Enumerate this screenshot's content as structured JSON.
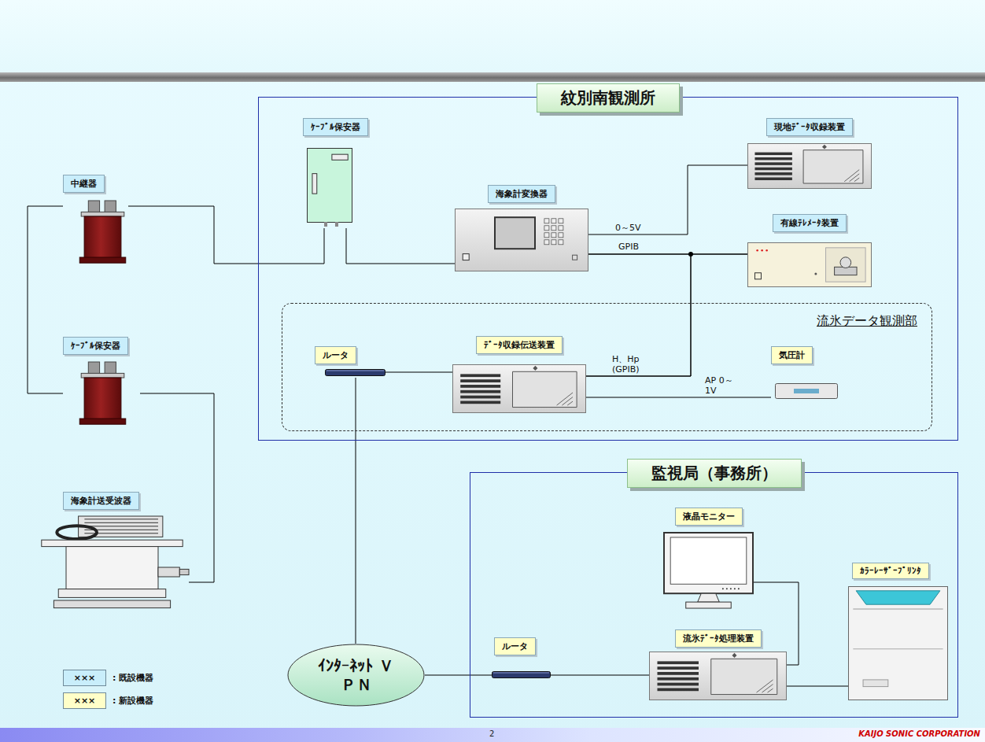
{
  "diagram": {
    "nodes": [
      {
        "text": [
          "紋別南観測所"
        ]
      },
      {
        "text": [
          "ｹｰﾌﾞﾙ保安器"
        ],
        "in": 0
      },
      {
        "text": [
          "現地ﾃﾞｰﾀ収録装置"
        ],
        "in": 0
      },
      {
        "text": [
          "海象計変換器"
        ],
        "in": 0
      },
      {
        "text": [
          "有線ﾃﾚﾒｰﾀ装置"
        ],
        "in": 0
      },
      {
        "text": [
          "流氷データ観測部"
        ],
        "in": 0
      },
      {
        "text": [
          "ルータ"
        ],
        "in": 5
      },
      {
        "text": [
          "ﾃﾞｰﾀ収録伝送装置"
        ],
        "in": 5
      },
      {
        "text": [
          "気圧計"
        ],
        "in": 5
      },
      {
        "text": [
          "中継器"
        ]
      },
      {
        "text": [
          "ｹｰﾌﾞﾙ保安器"
        ]
      },
      {
        "text": [
          "海象計送受波器"
        ]
      },
      {
        "text": [
          "ｲﾝﾀｰﾈｯﾄ ＶＰＮ"
        ]
      },
      {
        "text": [
          "監視局（事務所）"
        ]
      },
      {
        "text": [
          "液晶モニター"
        ],
        "in": 13
      },
      {
        "text": [
          "ｶﾗｰﾚｰｻﾞｰﾌﾟﾘﾝﾀ"
        ],
        "in": 13
      },
      {
        "text": [
          "ルータ"
        ],
        "in": 13
      },
      {
        "text": [
          "流氷ﾃﾞｰﾀ処理装置"
        ],
        "in": 13
      }
    ],
    "edges": [
      {
        "from": 9,
        "to": 1,
        "arrow": "none"
      },
      {
        "from": 9,
        "to": 10,
        "arrow": "none"
      },
      {
        "from": 10,
        "to": 11,
        "arrow": "none"
      },
      {
        "from": 1,
        "to": 3,
        "arrow": "none"
      },
      {
        "from": 3,
        "to": 2,
        "label": "0～5V",
        "arrow": "none"
      },
      {
        "from": 3,
        "to": 4,
        "label": "GPIB",
        "arrow": "none"
      },
      {
        "from": 7,
        "to": 4,
        "label": "H、Hp (GPIB)",
        "arrow": "none"
      },
      {
        "from": 7,
        "to": 3,
        "arrow": "none"
      },
      {
        "from": 8,
        "to": 7,
        "label": "AP 0～1V",
        "arrow": "none"
      },
      {
        "from": 6,
        "to": 7,
        "arrow": "none"
      },
      {
        "from": 6,
        "to": 12,
        "arrow": "none"
      },
      {
        "from": 12,
        "to": 16,
        "arrow": "none"
      },
      {
        "from": 16,
        "to": 17,
        "arrow": "none"
      },
      {
        "from": 17,
        "to": 14,
        "arrow": "none"
      },
      {
        "from": 17,
        "to": 15,
        "arrow": "none"
      }
    ],
    "labels": [
      "×××",
      "×××",
      "2",
      "KAIJO SONIC CORPORATION"
    ],
    "legend": [
      {
        "text": ": 既設機器",
        "color": "#c9eefb"
      },
      {
        "text": ": 新設機器",
        "color": "#ffffc8"
      }
    ]
  }
}
